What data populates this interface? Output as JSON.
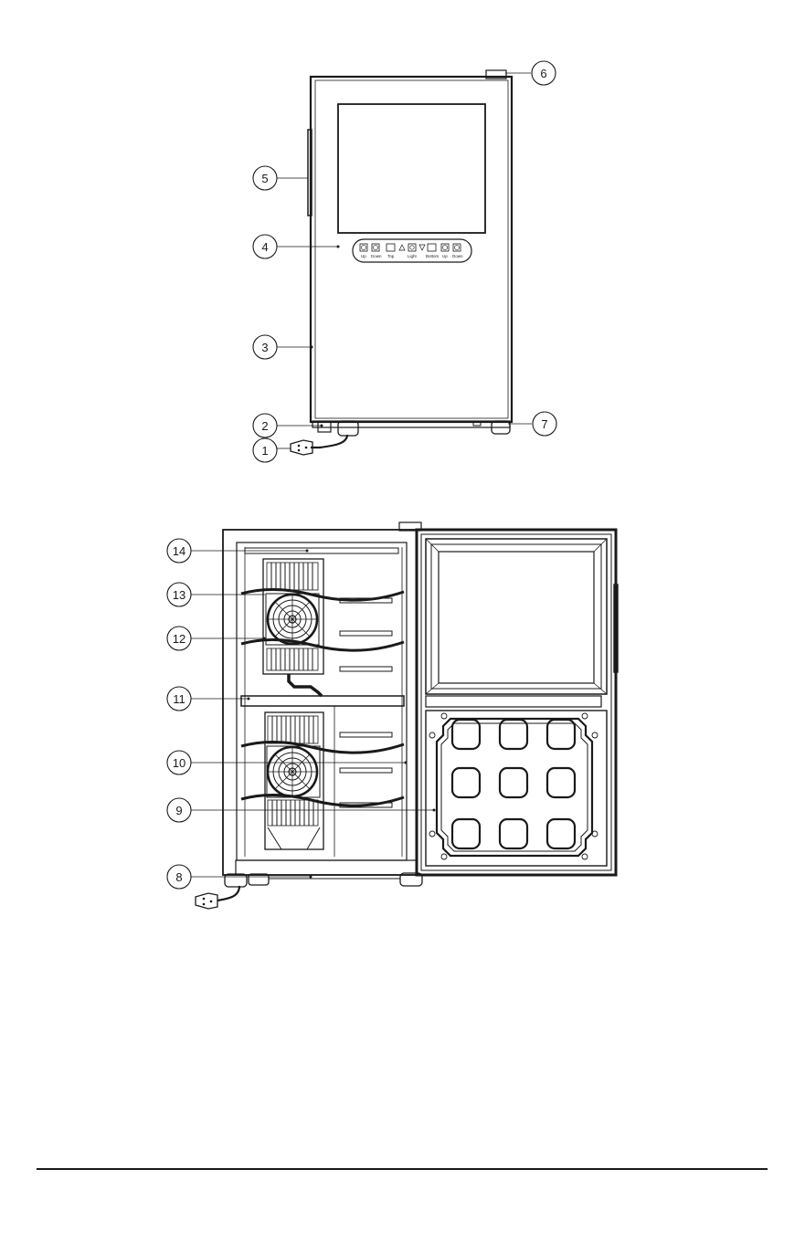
{
  "control_panel": {
    "up1": "Up",
    "down1": "Down",
    "top": "Top",
    "light": "Light",
    "bottom": "Bottom",
    "up2": "Up",
    "down2": "Down"
  },
  "callouts": {
    "c1": "1",
    "c2": "2",
    "c3": "3",
    "c4": "4",
    "c5": "5",
    "c6": "6",
    "c7": "7",
    "c8": "8",
    "c9": "9",
    "c10": "10",
    "c11": "11",
    "c12": "12",
    "c13": "13",
    "c14": "14"
  }
}
